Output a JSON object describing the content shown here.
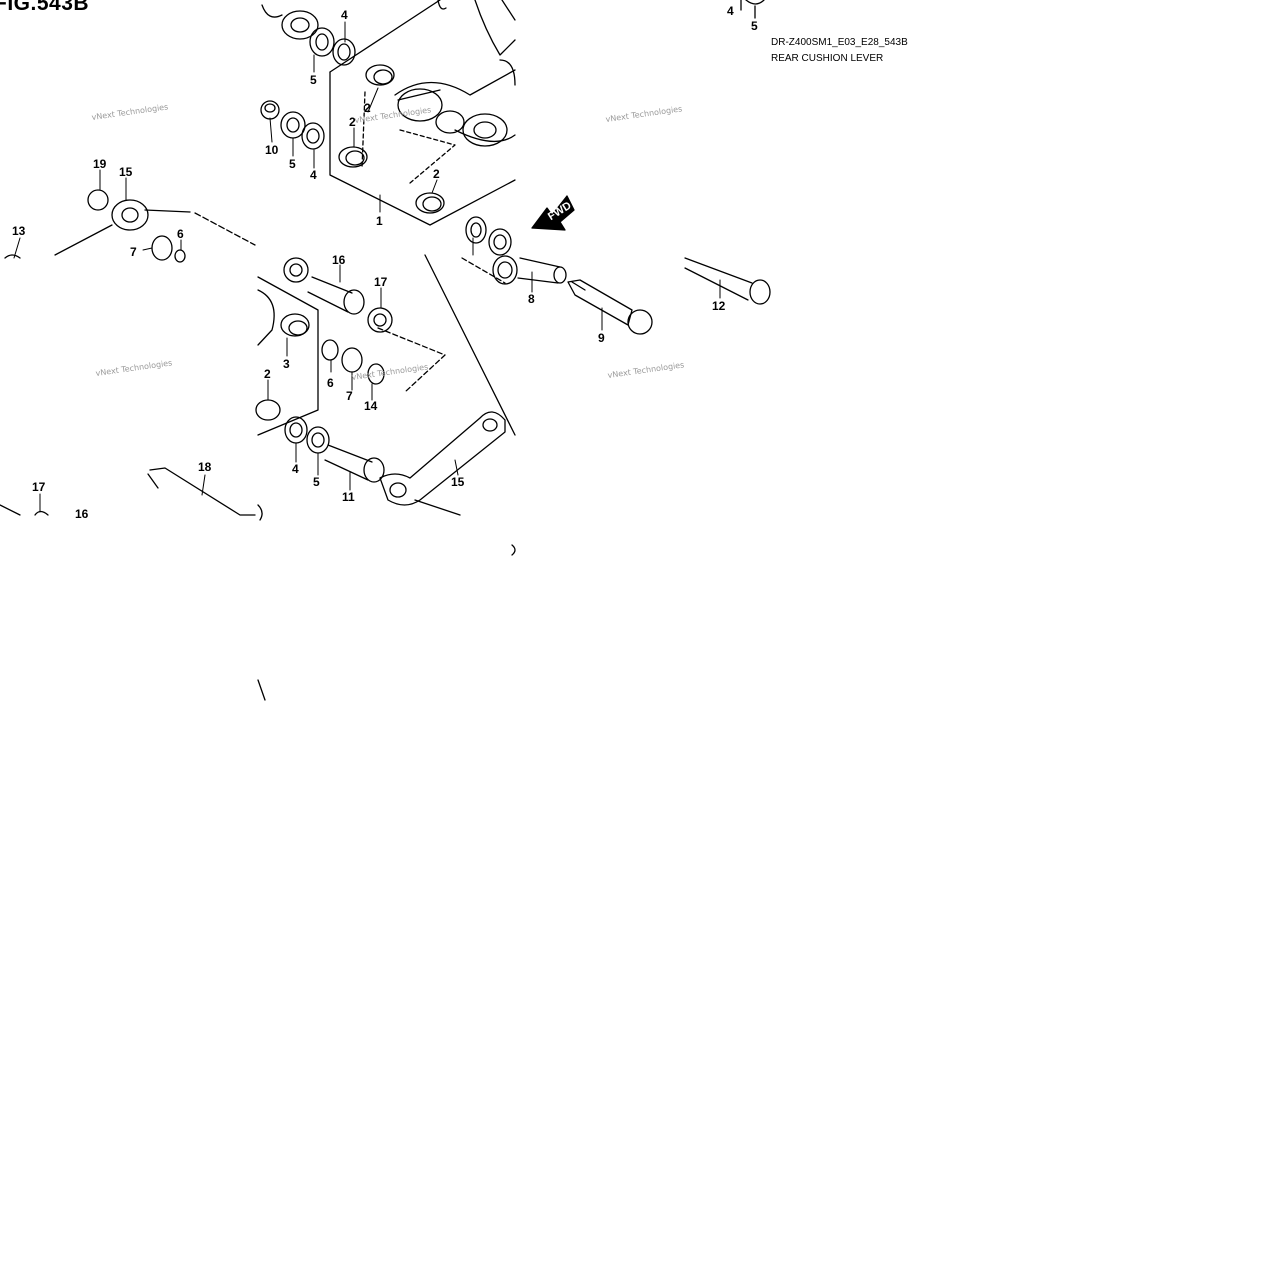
{
  "figure": {
    "title": "FIG.543B",
    "model_code": "DR-Z400SM1_E03_E28_543B",
    "description": "REAR CUSHION LEVER"
  },
  "watermark_text": "vNext Technologies",
  "fwd_label": "FWD",
  "callouts": [
    {
      "id": "c-4a",
      "label": "4"
    },
    {
      "id": "c-5a",
      "label": "5"
    },
    {
      "id": "c-2a",
      "label": "2"
    },
    {
      "id": "c-2b",
      "label": "2"
    },
    {
      "id": "c-10",
      "label": "10"
    },
    {
      "id": "c-5b",
      "label": "5"
    },
    {
      "id": "c-4b",
      "label": "4"
    },
    {
      "id": "c-2c",
      "label": "2"
    },
    {
      "id": "c-1",
      "label": "1"
    },
    {
      "id": "c-19",
      "label": "19"
    },
    {
      "id": "c-15a",
      "label": "15"
    },
    {
      "id": "c-13",
      "label": "13"
    },
    {
      "id": "c-6a",
      "label": "6"
    },
    {
      "id": "c-7a",
      "label": "7"
    },
    {
      "id": "c-16a",
      "label": "16"
    },
    {
      "id": "c-17a",
      "label": "17"
    },
    {
      "id": "c-8",
      "label": "8"
    },
    {
      "id": "c-9",
      "label": "9"
    },
    {
      "id": "c-12",
      "label": "12"
    },
    {
      "id": "c-3",
      "label": "3"
    },
    {
      "id": "c-2d",
      "label": "2"
    },
    {
      "id": "c-6b",
      "label": "6"
    },
    {
      "id": "c-7b",
      "label": "7"
    },
    {
      "id": "c-14",
      "label": "14"
    },
    {
      "id": "c-4c",
      "label": "4"
    },
    {
      "id": "c-5c",
      "label": "5"
    },
    {
      "id": "c-11",
      "label": "11"
    },
    {
      "id": "c-15b",
      "label": "15"
    },
    {
      "id": "c-18",
      "label": "18"
    },
    {
      "id": "c-17b",
      "label": "17"
    },
    {
      "id": "c-16b",
      "label": "16"
    },
    {
      "id": "c-4d",
      "label": "4"
    },
    {
      "id": "c-5d",
      "label": "5"
    }
  ],
  "colors": {
    "ink": "#000000",
    "background": "#ffffff",
    "watermark": "#9a9a9a"
  }
}
